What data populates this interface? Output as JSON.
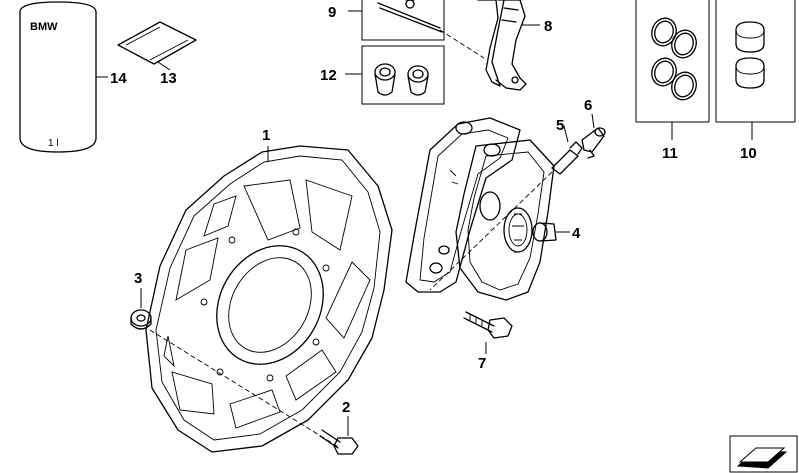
{
  "callouts": {
    "p1": "1",
    "p2": "2",
    "p3": "3",
    "p4": "4",
    "p5": "5",
    "p6": "6",
    "p7": "7",
    "p8": "8",
    "p9": "9",
    "p10": "10",
    "p11": "11",
    "p12": "12",
    "p13": "13",
    "p14": "14"
  },
  "grease_can": {
    "brand": "BMW",
    "volume": "1 l"
  }
}
